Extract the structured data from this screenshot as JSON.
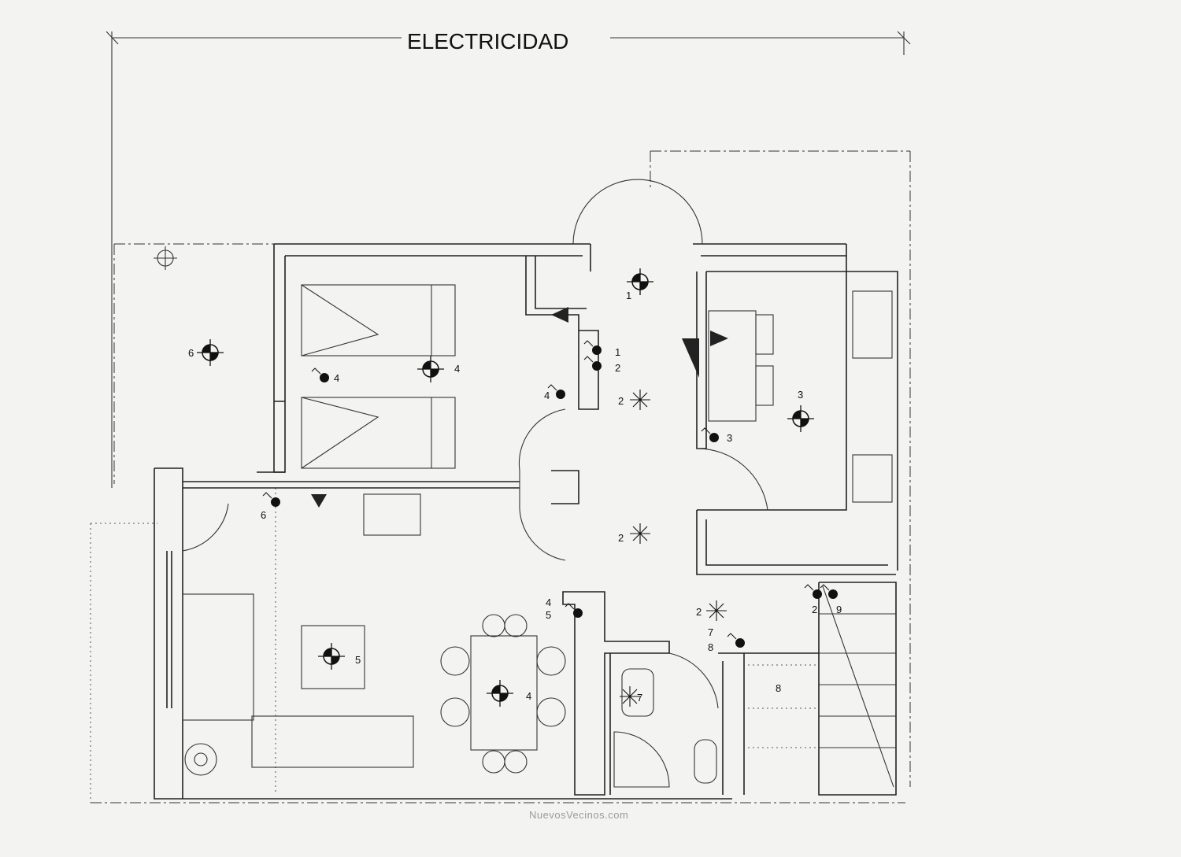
{
  "title": "ELECTRICIDAD",
  "watermark": "NuevosVecinos.com",
  "labels": [
    "1",
    "1",
    "2",
    "4",
    "2",
    "3",
    "3",
    "6",
    "4",
    "4",
    "6",
    "2",
    "5",
    "4",
    "4",
    "5",
    "2",
    "7",
    "8",
    "7",
    "8",
    "2",
    "9"
  ]
}
